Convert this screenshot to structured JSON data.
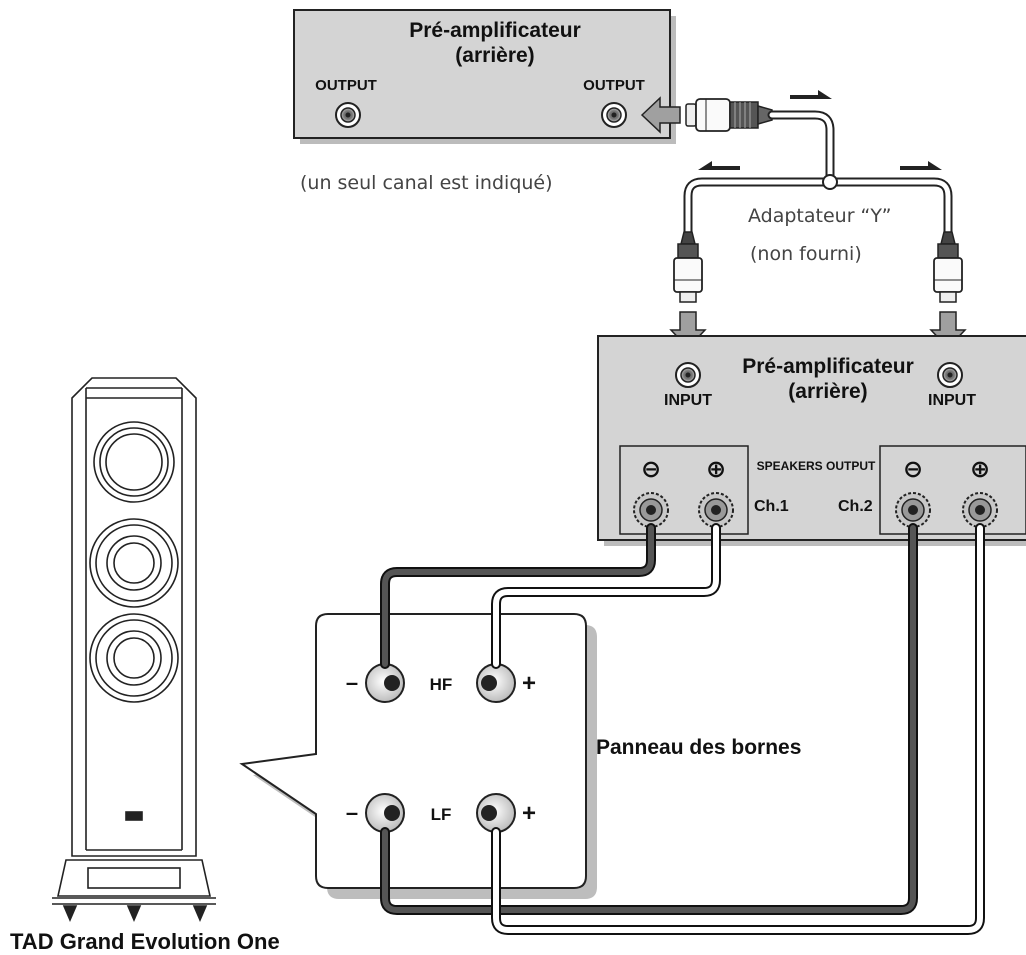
{
  "preamp_top": {
    "title_line1": "Pré-amplificateur",
    "title_line2": "(arrière)",
    "output_left": "OUTPUT",
    "output_right": "OUTPUT"
  },
  "channel_note": "(un seul canal est indiqué)",
  "adapter": {
    "label": "Adaptateur “Y”",
    "note": "(non fourni)"
  },
  "preamp_bottom": {
    "title_line1": "Pré-amplificateur",
    "title_line2": "(arrière)",
    "input_left": "INPUT",
    "input_right": "INPUT",
    "speakers_output": "SPEAKERS OUTPUT",
    "ch1": "Ch.1",
    "ch2": "Ch.2",
    "minus_symbol": "⊖",
    "plus_symbol": "⊕"
  },
  "terminal_panel": {
    "title": "Panneau des bornes",
    "hf": "HF",
    "lf": "LF",
    "minus": "–",
    "plus": "+"
  },
  "speaker_name": "TAD Grand Evolution One",
  "colors": {
    "panel_fill": "#d4d4d4",
    "cable_dark": "#3a3a3a",
    "cable_light": "#ffffff",
    "arrow_fill": "#9a9a9a"
  }
}
